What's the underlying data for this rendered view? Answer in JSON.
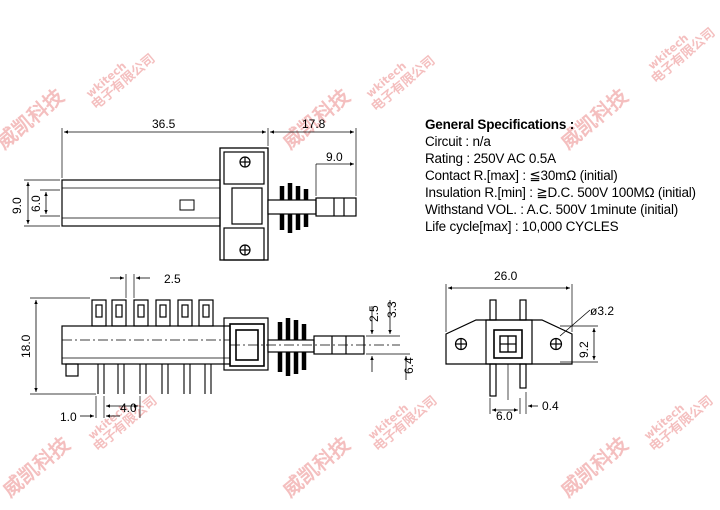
{
  "specs": {
    "title": "General Specifications :",
    "circuit": "Circuit : n/a",
    "rating": "Rating : 250V AC 0.5A",
    "contact": "Contact R.[max] : ≦30mΩ (initial)",
    "insulation": "Insulation R.[min] : ≧D.C. 500V 100MΩ (initial)",
    "withstand": "Withstand VOL. : A.C. 500V 1minute (initial)",
    "life": "Life cycle[max] : 10,000 CYCLES"
  },
  "dims": {
    "top_length": "36.5",
    "top_plunger": "17.8",
    "top_tip": "9.0",
    "top_height": "9.0",
    "top_body": "6.0",
    "front_pitch": "2.5",
    "front_height": "18.0",
    "front_pin": "1.0",
    "front_span": "4.0",
    "front_v1": "2.5",
    "front_v2": "3.3",
    "front_v3": "6.4",
    "side_width": "26.0",
    "side_hole": "ø3.2",
    "side_height": "9.2",
    "side_base": "6.0",
    "side_tab": "0.4"
  },
  "watermark": {
    "cn": "威凯科技",
    "tag1": "wkitech",
    "tag2": "电子有限公司"
  },
  "colors": {
    "line": "#000000",
    "watermark": "#e04040"
  }
}
